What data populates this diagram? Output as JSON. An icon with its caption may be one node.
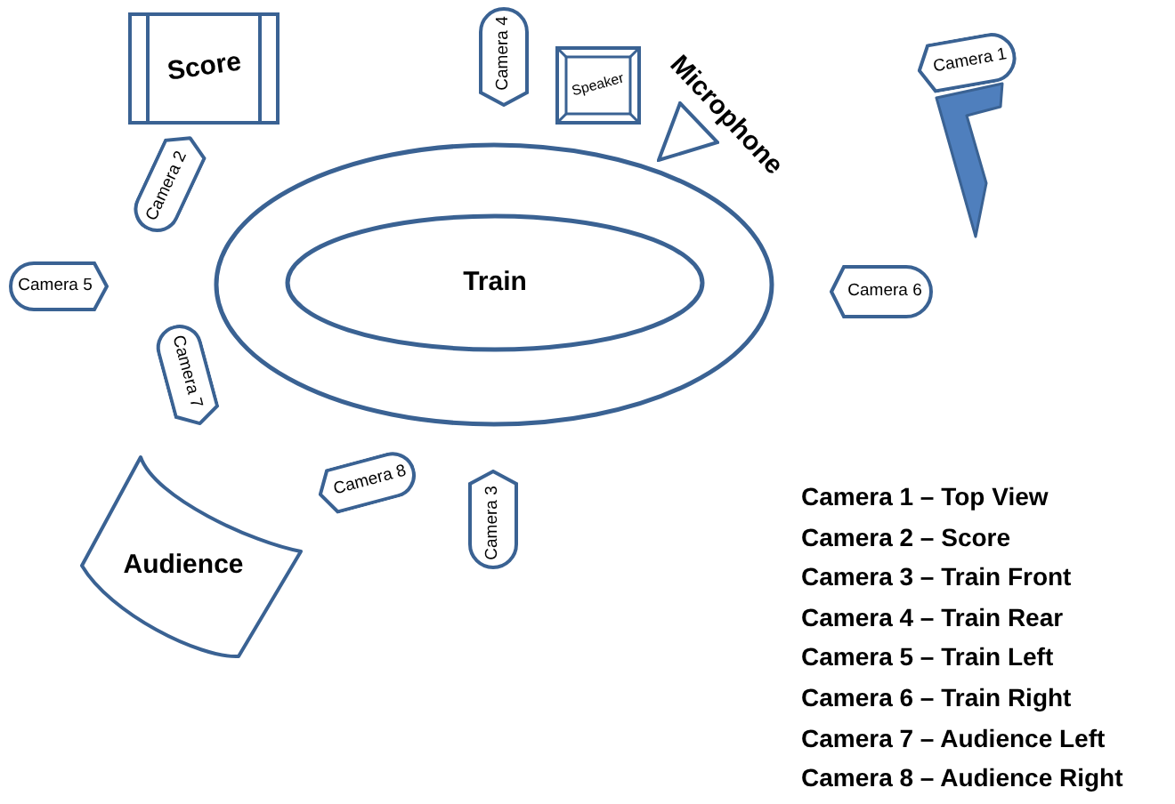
{
  "diagram": {
    "nodes": [
      {
        "text": [
          "Score"
        ]
      },
      {
        "text": [
          "Camera 4"
        ]
      },
      {
        "text": [
          "Speaker"
        ]
      },
      {
        "text": [],
        "shape": "triangle",
        "beside": [
          "Microphone"
        ]
      },
      {
        "text": [
          "Camera 1"
        ]
      },
      {
        "text": [
          "Camera 2"
        ]
      },
      {
        "text": [
          "Camera 5"
        ]
      },
      {
        "text": [],
        "shape": "ellipse"
      },
      {
        "text": [
          "Train"
        ],
        "in": 7
      },
      {
        "text": [
          "Camera 6"
        ]
      },
      {
        "text": [
          "Camera 7"
        ]
      },
      {
        "text": [
          "Camera 8"
        ]
      },
      {
        "text": [
          "Audience"
        ]
      },
      {
        "text": [
          "Camera 3"
        ]
      }
    ],
    "labels": [
      "Camera 1 – Top View",
      "Camera 2 – Score",
      "Camera 3 – Train Front",
      "Camera 4 – Train Rear",
      "Camera 5 – Train Left",
      "Camera 6 – Train Right",
      "Camera 7 – Audience Left",
      "Camera 8 – Audience Right"
    ]
  }
}
